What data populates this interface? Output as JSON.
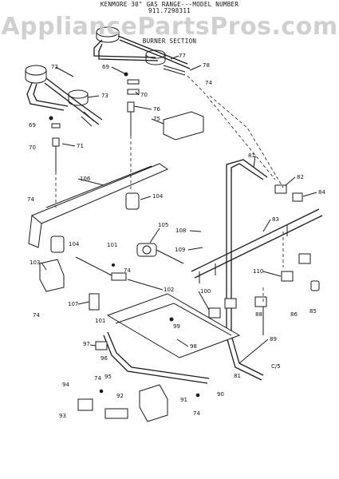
{
  "header": {
    "title_line1": "KENMORE 30\" GAS RANGE---MODEL NUMBER",
    "model_number": "911.7298311",
    "section_title": "BURNER SECTION"
  },
  "watermark": "AppliancePartsPros.com",
  "page_ref": "C/5",
  "part_numbers": [
    "72",
    "73",
    "69",
    "70",
    "71",
    "76",
    "77",
    "78",
    "74",
    "75",
    "106",
    "104",
    "105",
    "108",
    "109",
    "81",
    "82",
    "84",
    "83",
    "110",
    "103",
    "101",
    "102",
    "100",
    "107",
    "99",
    "98",
    "97",
    "96",
    "95",
    "94",
    "93",
    "92",
    "91",
    "90",
    "88",
    "86",
    "85",
    "89"
  ]
}
